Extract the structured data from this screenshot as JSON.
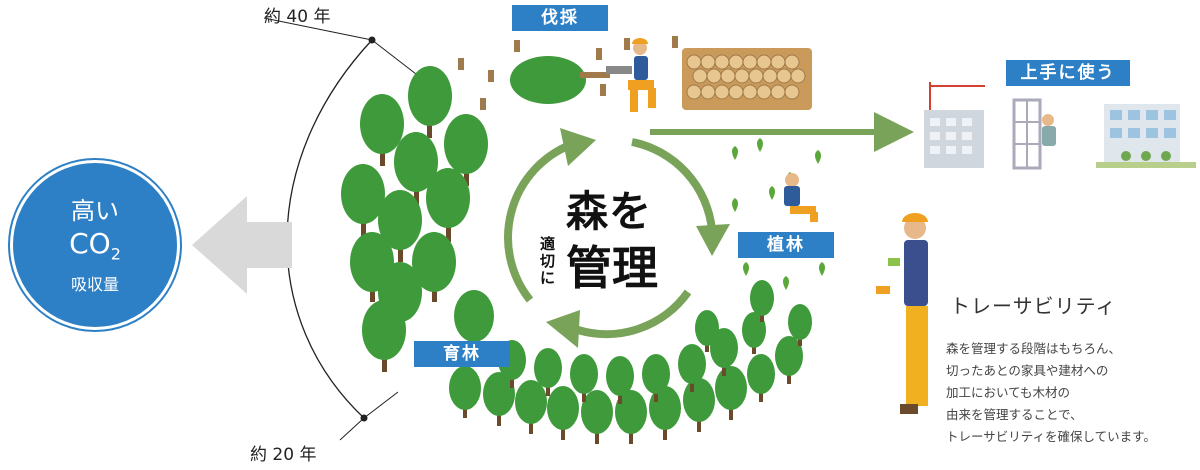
{
  "labels": {
    "harvest": "伐採",
    "use": "上手に使う",
    "plant": "植林",
    "nurture": "育林"
  },
  "years": {
    "top": "約 40 年",
    "bottom": "約 20 年"
  },
  "co2": {
    "line1": "高い",
    "formula_main": "CO",
    "formula_sub": "2",
    "line3": "吸収量"
  },
  "center": {
    "main": "森を",
    "small": "適切に",
    "bottom": "管理"
  },
  "traceability": {
    "title": "トレーサビリティ",
    "body": [
      "森を管理する段階はもちろん、",
      "切ったあとの家具や建材への",
      "加工においても木材の",
      "由来を管理することで、",
      "トレーサビリティを確保しています。"
    ]
  },
  "colors": {
    "brand_blue": "#2e80c6",
    "cycle_green": "#7aa35a",
    "tree_green": "#3e9a3a",
    "arrow_gray": "#d9d9d9"
  }
}
